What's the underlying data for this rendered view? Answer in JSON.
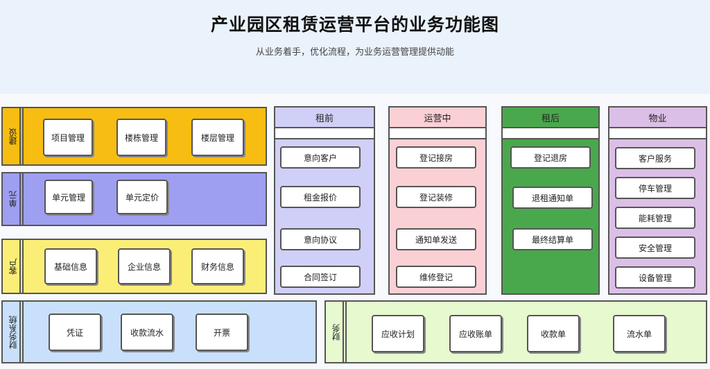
{
  "header": {
    "title": "产业园区租赁运营平台的业务功能图",
    "subtitle": "从业务着手，优化流程，为业务运营管理提供动能"
  },
  "rows": {
    "construction": {
      "label": "建设",
      "items": [
        "项目管理",
        "楼栋管理",
        "楼层管理"
      ],
      "color": "#f7bd12"
    },
    "unit": {
      "label": "单元",
      "items": [
        "单元管理",
        "单元定价"
      ],
      "color": "#9f9ff2"
    },
    "customer": {
      "label": "客户",
      "items": [
        "基础信息",
        "企业信息",
        "财务信息"
      ],
      "color": "#fbee77"
    },
    "finance_system": {
      "label": "财务系统",
      "items": [
        "凭证",
        "收款流水",
        "开票"
      ],
      "color": "#c8e0fb"
    },
    "finance": {
      "label": "财务",
      "items": [
        "应收计划",
        "应收账单",
        "收款单",
        "流水单"
      ],
      "color": "#e6f9cf"
    }
  },
  "columns": {
    "pre_lease": {
      "label": "租前",
      "items": [
        "意向客户",
        "租金报价",
        "意向协议",
        "合同签订"
      ],
      "color": "#d0cff7"
    },
    "operating": {
      "label": "运营中",
      "items": [
        "登记接房",
        "登记装修",
        "通知单发送",
        "维修登记"
      ],
      "color": "#fbd0d5"
    },
    "post_lease": {
      "label": "租后",
      "items": [
        "登记退房",
        "退租通知单",
        "最终结算单"
      ],
      "color": "#4aa84c"
    },
    "property": {
      "label": "物业",
      "items": [
        "客户服务",
        "停车管理",
        "能耗管理",
        "安全管理",
        "设备管理"
      ],
      "color": "#dcbfe7"
    }
  }
}
